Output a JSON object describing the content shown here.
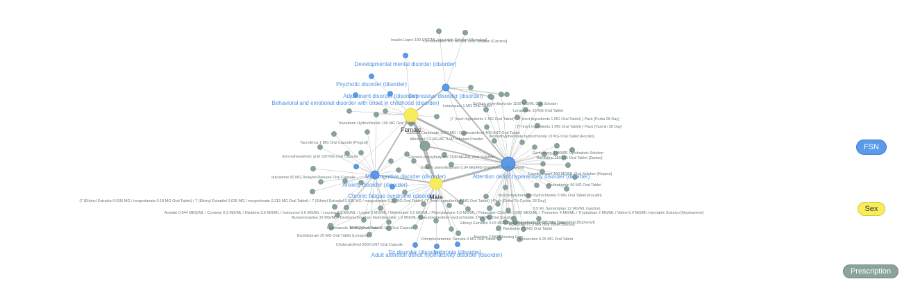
{
  "colors": {
    "fsn": "#5b9ae8",
    "sex": "#f7ec5c",
    "prescription": "#8aa39d",
    "edge": "#b5b5b5"
  },
  "legend": {
    "fsn": "FSN",
    "sex": "Sex",
    "prescription": "Prescription"
  },
  "graph": {
    "sex_nodes": [
      {
        "id": "female",
        "label": "Female"
      },
      {
        "id": "male",
        "label": "Male"
      }
    ],
    "fsn_nodes": [
      {
        "id": "f1",
        "label": "Developmental mental disorder (disorder)"
      },
      {
        "id": "f2",
        "label": "Psychotic disorder (disorder)"
      },
      {
        "id": "f3",
        "label": "Adjustment disorder (disorder)"
      },
      {
        "id": "f4",
        "label": "Behavioral and emotional disorder with onset in childhood (disorder)"
      },
      {
        "id": "f5",
        "label": "Depressive disorder (disorder)"
      },
      {
        "id": "f6",
        "label": "Mild cognitive disorder (disorder)"
      },
      {
        "id": "f7",
        "label": "Attention deficit hyperactivity disorder (disorder)"
      },
      {
        "id": "f8",
        "label": "Anxiety disorder (disorder)"
      },
      {
        "id": "f9",
        "label": "Chronic fatigue syndrome (disorder)"
      },
      {
        "id": "f10",
        "label": "Adult attention deficit hyperactivity disorder (disorder)"
      },
      {
        "id": "f11",
        "label": "Tic disorder (disorder)"
      },
      {
        "id": "f12",
        "label": "Insomnia (disorder)"
      }
    ],
    "rx_nodes": [
      {
        "id": "r1",
        "label": "Insulin Lispro 100 UNT/ML Injectable Solution [Humalog]"
      },
      {
        "id": "r2",
        "label": "Levocarnitine 100 MG/ML Oral Solution [Carnitor]"
      },
      {
        "id": "r3",
        "label": "Sodium phenylbutyrate 1100 MG/ML Oral Solution"
      },
      {
        "id": "r4",
        "label": "Lorazepam 1 MG Oral Tablet"
      },
      {
        "id": "r5",
        "label": "Loratadine 10 MG Oral Tablet"
      },
      {
        "id": "r6",
        "label": "Trazodone Hydrochloride 100 MG Oral Tablet"
      },
      {
        "id": "r7",
        "label": "Tacrolimus 1 MG Oral Capsule [Prograf]"
      },
      {
        "id": "r8",
        "label": "docosahexaenoic acid 100 MG Oral Capsule"
      },
      {
        "id": "r9",
        "label": "duloxetine 60 MG Delayed Release Oral Capsule"
      },
      {
        "id": "r10",
        "label": "Calcium Carbonate 1000 MG / Cholecalciferol 400 UNT Oral Tablet"
      },
      {
        "id": "r11",
        "label": "Albuterol 0.2 MG/ACTUAT Inhalant Powder"
      },
      {
        "id": "r12",
        "label": "{7 (Inert Ingredients 1 MG Oral Tablet) / 7 (Inert Ingredients 1 MG Oral Tablet) } Pack [Portia 28 Day]"
      },
      {
        "id": "r13",
        "label": "{7 (Inert Ingredients 1 MG Oral Tablet) } Pack [Yasmin 28 Day]"
      },
      {
        "id": "r14",
        "label": "dexmethylphenidate hydrochloride 10 MG Oral Tablet [Focalin]"
      },
      {
        "id": "r15",
        "label": "Glycerol phenylbutyrate 1100 MG/ML Oral Solution"
      },
      {
        "id": "r16",
        "label": "Gentamicin 3 MG/ML Ophthalmic Solution"
      },
      {
        "id": "r17",
        "label": "Ranitidine 150 MG Oral Tablet [Zantac]"
      },
      {
        "id": "r18",
        "label": "Sodium phenylbutyrate 0.94 MG/MG Oral Powder [Buphenyl]"
      },
      {
        "id": "r19",
        "label": "Levetiracetam 100 MG/ML Oral Solution [Keppra]"
      },
      {
        "id": "r20",
        "label": "Sumatriptan 50 MG Oral Tablet"
      },
      {
        "id": "r21",
        "label": "{7 (Ethinyl Estradiol 0.035 MG / norgestimate 0.18 MG Oral Tablet) / 7 (Ethinyl Estradiol 0.035 MG / norgestimate 0.215 MG Oral Tablet) / 7 (Ethinyl Estradiol 0.035 MG / norgestimate 0.25 MG Oral Tablet) / 7 (Inert Ingredients 1 MG Oral Tablet) } Pack [Ortho Tri-Cyclen 28 Day]"
      },
      {
        "id": "r22",
        "label": "dexmethylphenidate hydrochloride 5 MG Oral Tablet [Focalin]"
      },
      {
        "id": "r23",
        "label": "0.5 ML Sumatriptan 12 MG/ML Injection"
      },
      {
        "id": "r24",
        "label": "Acetate 0.044 MEQ/ML / Cysteine 0.2 MG/ML / Histidine 2.5 MG/ML / Isoleucine 5.6 MG/ML / Leucine 8.8 MG/ML / Lysine 9 MG/ML / Methionine 5.5 MG/ML / Phenylalanine 6.6 MG/ML / Potassium Chloride 0.005 MEQ/ML / Threonine 4 MG/ML / Tryptophan 2 MG/ML / Valine 6.4 MG/ML Injectable Solution [Nephramine]"
      },
      {
        "id": "r25",
        "label": "Acetaminophen 32 MG/ML / Dextromethorphan Hydrobromide 1.5 MG/ML / Pseudoephedrine Hydrochloride 3 MG/ML Oral Solution"
      },
      {
        "id": "r26",
        "label": "Sodium phenylbutyrate 500 MG Oral Tablet [Buphenyl]"
      },
      {
        "id": "r27",
        "label": "Ethinyl Estradiol 0.03 MG / Levonorgestrel 0.15 MG Oral Tablet"
      },
      {
        "id": "r28",
        "label": "Alprazolam 0.5 MG Oral Tablet [Xanax]"
      },
      {
        "id": "r29",
        "label": "Clotrimazole 10 MG Oral Troche"
      },
      {
        "id": "r30",
        "label": "Ranitidine 75 MG Oral Tablet"
      },
      {
        "id": "r31",
        "label": "Nicotine 2 MG Chewing Gum"
      },
      {
        "id": "r32",
        "label": "Methylphenidate 10 MG Oral Capsule"
      },
      {
        "id": "r33",
        "label": "Escitalopram 20 MG Oral Tablet [Lexapro]"
      },
      {
        "id": "r34",
        "label": "Chlorpheniramine Tannate 9 MG Oral Tablet"
      },
      {
        "id": "r35",
        "label": "Alprazolam 0.25 MG Oral Tablet"
      },
      {
        "id": "r36",
        "label": "Cholecalciferol 5000 UNT Oral Capsule"
      }
    ]
  }
}
